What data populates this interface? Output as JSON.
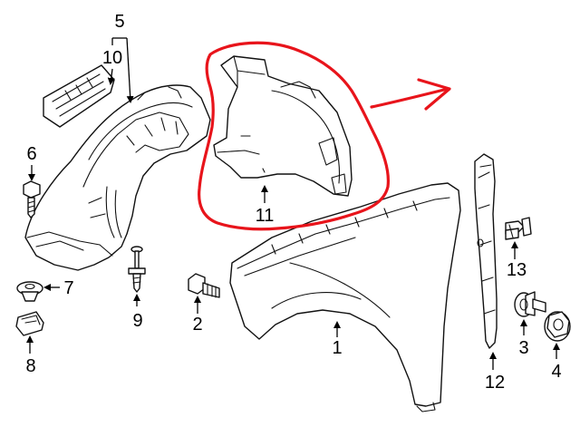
{
  "diagram": {
    "callouts": [
      {
        "id": "1",
        "label": "1"
      },
      {
        "id": "2",
        "label": "2"
      },
      {
        "id": "3",
        "label": "3"
      },
      {
        "id": "4",
        "label": "4"
      },
      {
        "id": "5",
        "label": "5"
      },
      {
        "id": "6",
        "label": "6"
      },
      {
        "id": "7",
        "label": "7"
      },
      {
        "id": "8",
        "label": "8"
      },
      {
        "id": "9",
        "label": "9"
      },
      {
        "id": "10",
        "label": "10"
      },
      {
        "id": "11",
        "label": "11"
      },
      {
        "id": "12",
        "label": "12"
      },
      {
        "id": "13",
        "label": "13"
      }
    ],
    "highlight": {
      "target": "11",
      "color": "#e8141b"
    },
    "line_color": "#111111"
  }
}
